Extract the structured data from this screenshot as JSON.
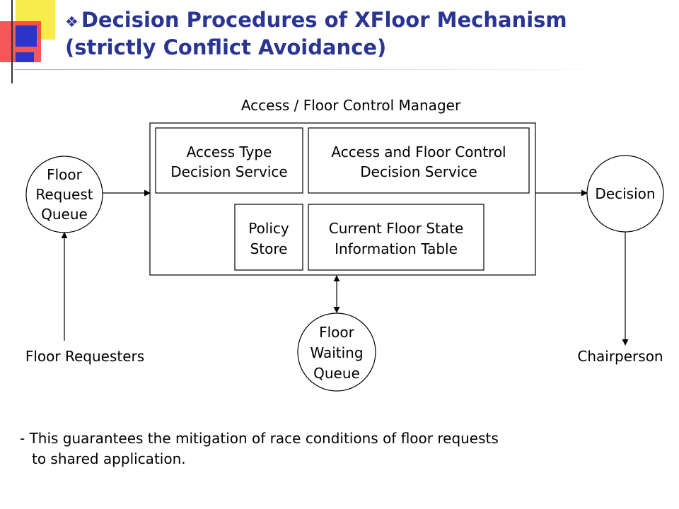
{
  "slide": {
    "title_bullet": "❖",
    "title_line1": "Decision Procedures of XFloor Mechanism",
    "title_line2": "(strictly Conflict Avoidance)",
    "colors": {
      "title": "#2a3591",
      "accent_red": "#f23a3a",
      "accent_yellow": "#f7ec4a",
      "accent_blue": "#2d35c8"
    }
  },
  "diagram": {
    "manager_label": "Access / Floor Control Manager",
    "access_type_service": [
      "Access Type",
      "Decision Service"
    ],
    "access_floor_service": [
      "Access and Floor Control",
      "Decision Service"
    ],
    "policy_store": [
      "Policy",
      "Store"
    ],
    "floor_state_table": [
      "Current Floor State",
      "Information Table"
    ],
    "floor_request_queue": [
      "Floor",
      "Request",
      "Queue"
    ],
    "decision": "Decision",
    "floor_waiting_queue": [
      "Floor",
      "Waiting",
      "Queue"
    ],
    "floor_requesters": "Floor Requesters",
    "chairperson": "Chairperson"
  },
  "footnote": {
    "line1": "- This guarantees the mitigation of race conditions of floor requests",
    "line2": "to shared application."
  }
}
